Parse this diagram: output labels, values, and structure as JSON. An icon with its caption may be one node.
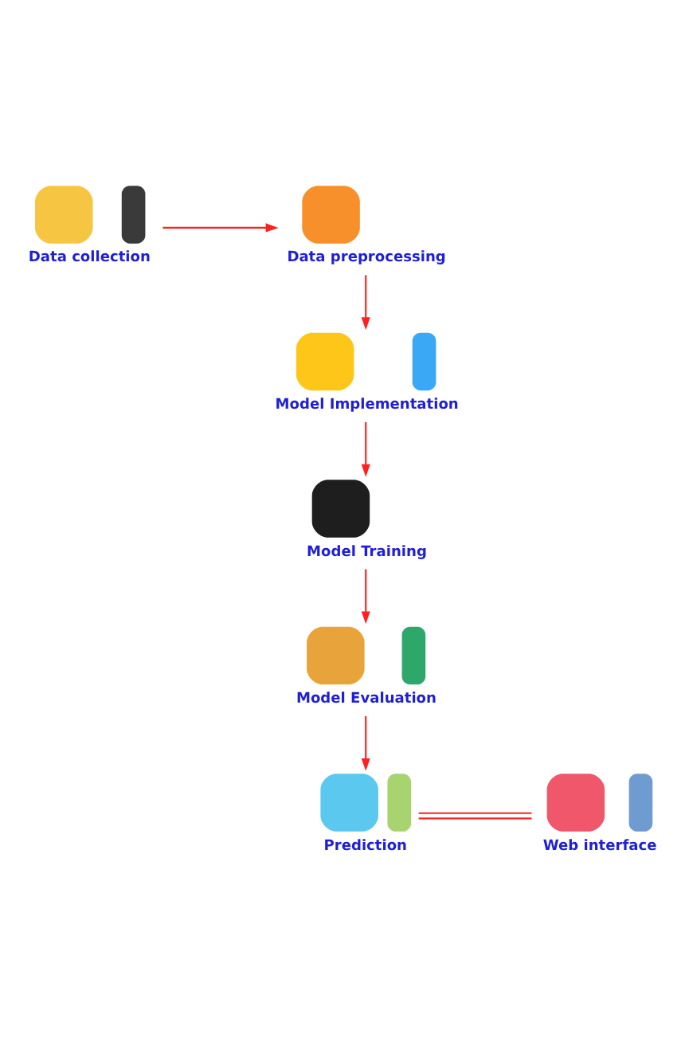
{
  "diagram": {
    "nodes": [
      {
        "text": [
          "Data collection"
        ]
      },
      {
        "text": [
          "Data preprocessing"
        ]
      },
      {
        "text": [
          "Model Implementation"
        ]
      },
      {
        "text": [
          "Model Training"
        ]
      },
      {
        "text": [
          "Model Evaluation"
        ]
      },
      {
        "text": [
          "Prediction"
        ]
      },
      {
        "text": [
          "Web interface"
        ]
      }
    ],
    "edges": [
      {
        "from": 0,
        "to": 1,
        "arrow": "to"
      },
      {
        "from": 1,
        "to": 2,
        "arrow": "to"
      },
      {
        "from": 2,
        "to": 3,
        "arrow": "to"
      },
      {
        "from": 3,
        "to": 4,
        "arrow": "to"
      },
      {
        "from": 4,
        "to": 5,
        "arrow": "to"
      },
      {
        "from": 5,
        "to": 6,
        "arrow": "none"
      }
    ]
  }
}
